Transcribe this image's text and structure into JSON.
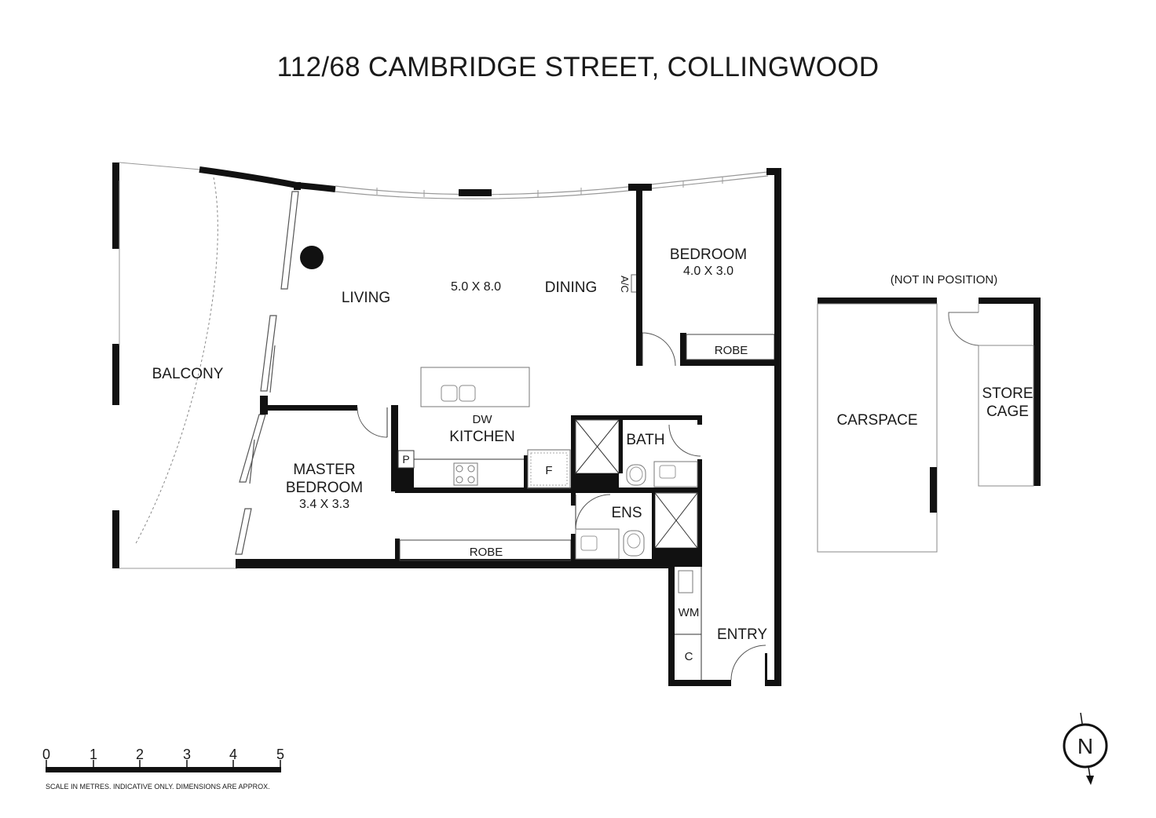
{
  "title": "112/68 CAMBRIDGE STREET, COLLINGWOOD",
  "rooms": {
    "balcony": "BALCONY",
    "living": "LIVING",
    "living_dining_dim": "5.0 X 8.0",
    "dining": "DINING",
    "bedroom": "BEDROOM",
    "bedroom_dim": "4.0 X 3.0",
    "bedroom_robe": "ROBE",
    "ac": "A/C",
    "dw": "DW",
    "kitchen": "KITCHEN",
    "pantry": "P",
    "fridge": "F",
    "bath": "BATH",
    "master_line1": "MASTER",
    "master_line2": "BEDROOM",
    "master_dim": "3.4 X 3.3",
    "ens": "ENS",
    "master_robe": "ROBE",
    "wm": "WM",
    "cupboard": "C",
    "entry": "ENTRY",
    "not_in_position": "(NOT IN POSITION)",
    "carspace": "CARSPACE",
    "store_line1": "STORE",
    "store_line2": "CAGE"
  },
  "scale": {
    "ticks": [
      "0",
      "1",
      "2",
      "3",
      "4",
      "5"
    ],
    "note": "SCALE IN METRES. INDICATIVE ONLY. DIMENSIONS ARE APPROX."
  },
  "compass": {
    "letter": "N"
  }
}
